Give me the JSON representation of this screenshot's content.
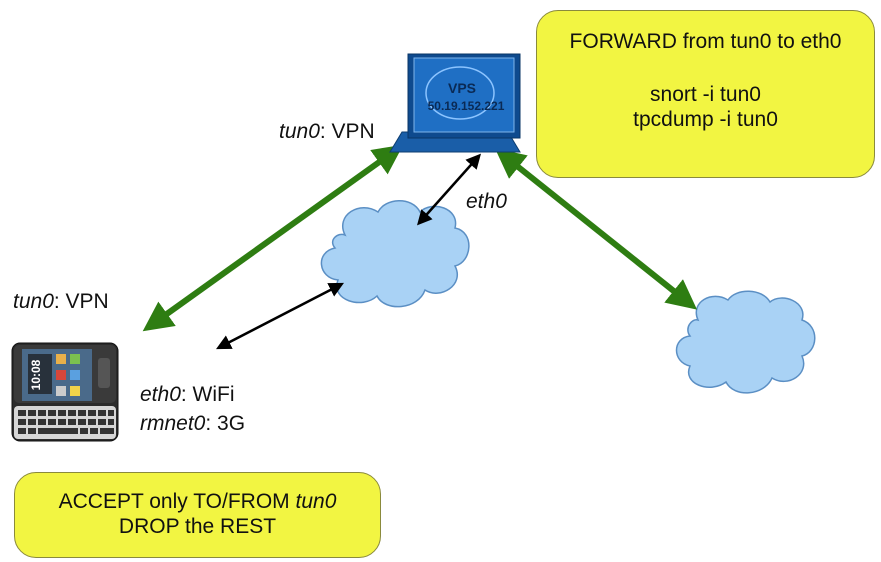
{
  "vps": {
    "name": "VPS",
    "ip": "50.19.152.221",
    "tun_label_iface": "tun0",
    "tun_label_rest": ": VPN",
    "eth_label": "eth0"
  },
  "phone": {
    "tun_label_iface": "tun0",
    "tun_label_rest": ": VPN",
    "eth_iface": "eth0",
    "eth_rest": ": WiFi",
    "rmnet_iface": "rmnet0",
    "rmnet_rest": ": 3G",
    "screen_time": "10:08"
  },
  "notes": {
    "vps": {
      "line1": "FORWARD from tun0 to eth0",
      "line2": "snort -i tun0",
      "line3": "tpcdump -i tun0"
    },
    "phone": {
      "line1_prefix": "ACCEPT only TO/FROM ",
      "line1_iface": "tun0",
      "line2": "DROP the REST"
    }
  },
  "colors": {
    "vpn_link": "#2e7d12",
    "local_link": "#000000",
    "cloud_fill": "#a9d2f5",
    "cloud_stroke": "#5b8fc4",
    "note_fill": "#f2f542",
    "server_blue": "#1f6fc4"
  }
}
